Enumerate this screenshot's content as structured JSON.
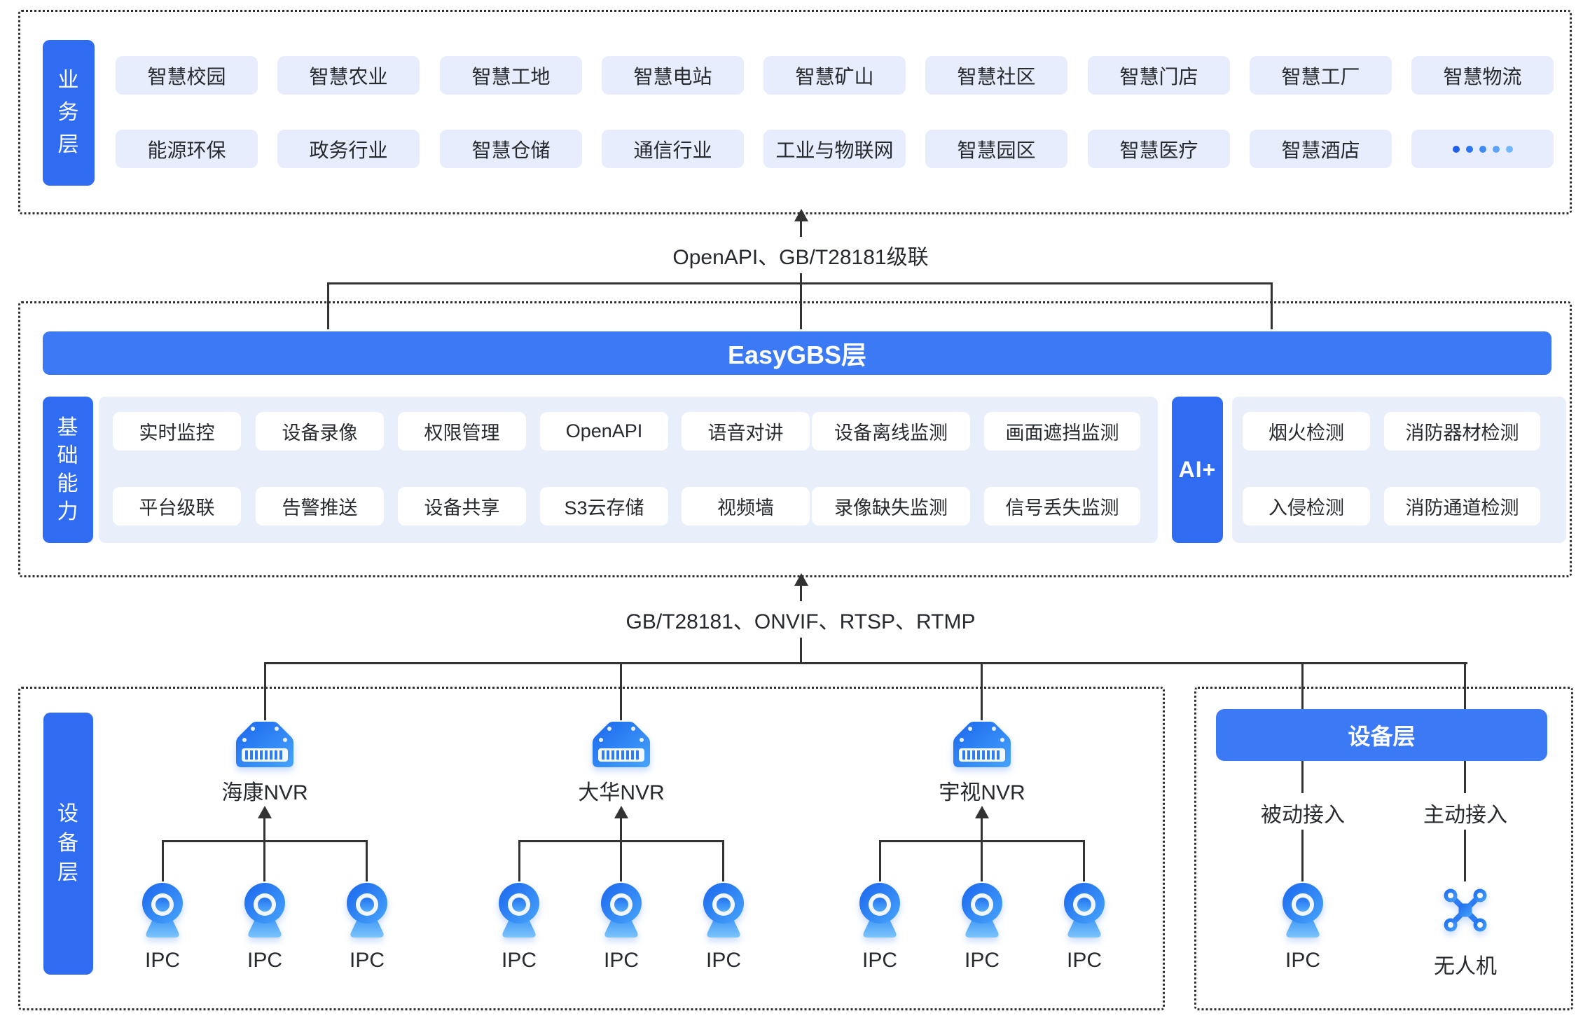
{
  "business_layer": {
    "side_label": "业务层",
    "row1": [
      "智慧校园",
      "智慧农业",
      "智慧工地",
      "智慧电站",
      "智慧矿山",
      "智慧社区",
      "智慧门店",
      "智慧工厂",
      "智慧物流"
    ],
    "row2": [
      "能源环保",
      "政务行业",
      "智慧仓储",
      "通信行业",
      "工业与物联网",
      "智慧园区",
      "智慧医疗",
      "智慧酒店"
    ],
    "more_label": "•••••"
  },
  "top_link": {
    "label": "OpenAPI、GB/T28181级联"
  },
  "platform_layer": {
    "title": "EasyGBS层",
    "side_label": "基础能力",
    "capabilities": {
      "row1": [
        "实时监控",
        "设备录像",
        "权限管理",
        "OpenAPI",
        "语音对讲",
        "设备离线监测",
        "画面遮挡监测"
      ],
      "row2": [
        "平台级联",
        "告警推送",
        "设备共享",
        "S3云存储",
        "视频墙",
        "录像缺失监测",
        "信号丢失监测"
      ]
    },
    "ai_badge": "AI+",
    "ai": {
      "row1": [
        "烟火检测",
        "消防器材检测"
      ],
      "row2": [
        "入侵检测",
        "消防通道检测"
      ]
    }
  },
  "device_link": {
    "label": "GB/T28181、ONVIF、RTSP、RTMP"
  },
  "device_layer": {
    "side_label": "设备层",
    "nvr_groups": [
      {
        "name": "海康NVR",
        "cameras": [
          "IPC",
          "IPC",
          "IPC"
        ]
      },
      {
        "name": "大华NVR",
        "cameras": [
          "IPC",
          "IPC",
          "IPC"
        ]
      },
      {
        "name": "宇视NVR",
        "cameras": [
          "IPC",
          "IPC",
          "IPC"
        ]
      }
    ],
    "access_panel": {
      "title": "设备层",
      "passive": {
        "mode": "被动接入",
        "device": "IPC"
      },
      "active": {
        "mode": "主动接入",
        "device": "无人机"
      }
    }
  },
  "colors": {
    "accent": "#2f6cf2",
    "bar_blue": "#3b79f5",
    "panel_bg": "#e9eefb",
    "item_bg": "#e7edfc",
    "line": "#333333",
    "text": "#26292e"
  }
}
